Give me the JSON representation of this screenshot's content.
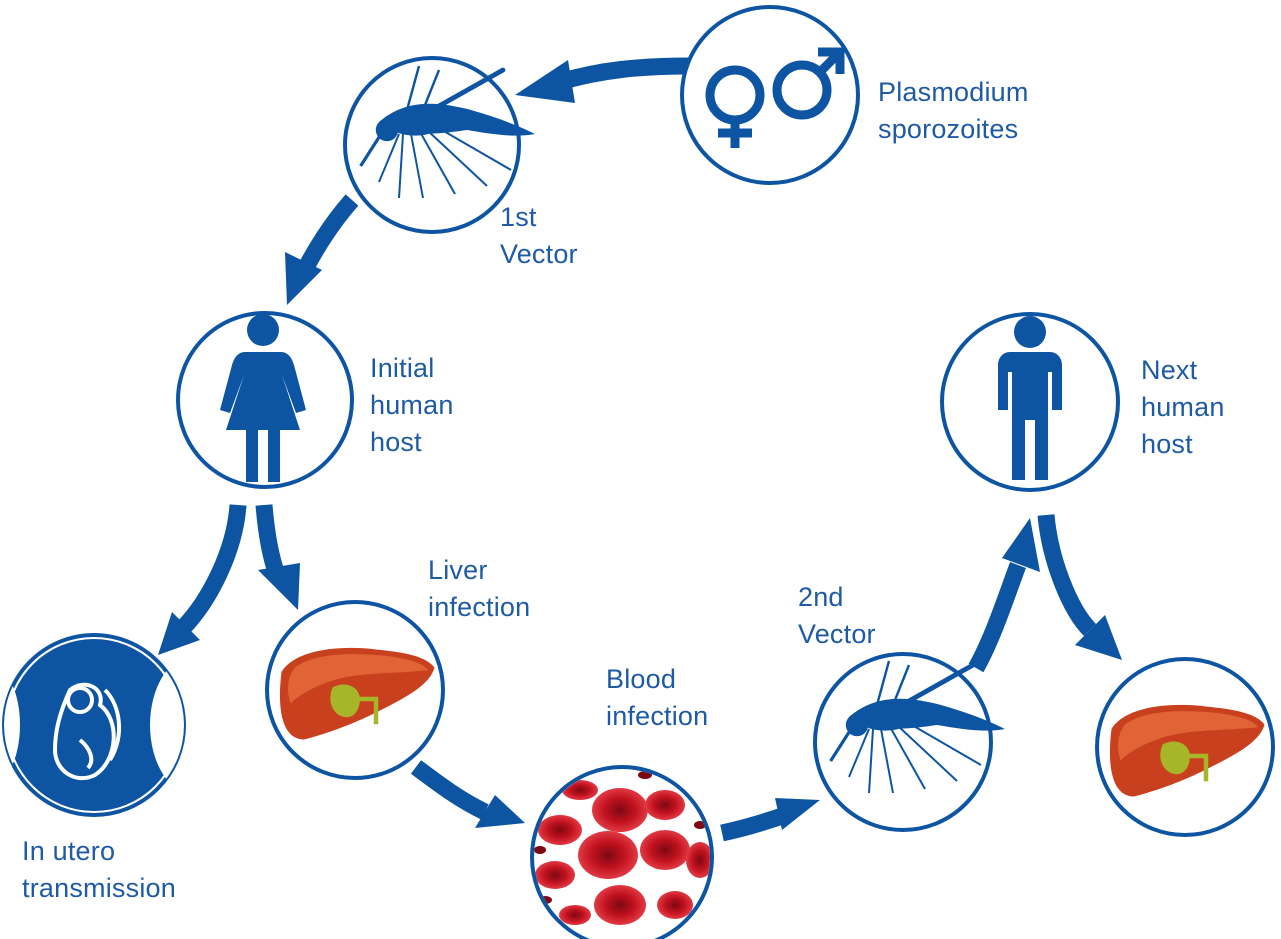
{
  "colors": {
    "primary": "#0d55a3",
    "label": "#1f5aa6",
    "liver": "#c9401f",
    "liver_highlight": "#e8703f",
    "gallbladder": "#a7b629",
    "blood": "#c1121f"
  },
  "nodes": {
    "sporozoites": {
      "icon": "female-male-symbols-icon",
      "label": [
        "Plasmodium",
        "sporozoites"
      ]
    },
    "first_vector": {
      "icon": "mosquito-icon",
      "label": [
        "1st",
        "Vector"
      ]
    },
    "initial_host": {
      "icon": "woman-icon",
      "label": [
        "Initial",
        "human",
        "host"
      ]
    },
    "in_utero": {
      "icon": "fetus-icon",
      "label": [
        "In utero",
        "transmission"
      ]
    },
    "liver_infection": {
      "icon": "liver-icon",
      "label": [
        "Liver",
        "infection"
      ]
    },
    "blood_infection": {
      "icon": "red-blood-cells-icon",
      "label": [
        "Blood",
        "infection"
      ]
    },
    "second_vector": {
      "icon": "mosquito-icon",
      "label": [
        "2nd",
        "Vector"
      ]
    },
    "next_host": {
      "icon": "man-icon",
      "label": [
        "Next",
        "human",
        "host"
      ]
    },
    "next_liver": {
      "icon": "liver-icon"
    }
  }
}
